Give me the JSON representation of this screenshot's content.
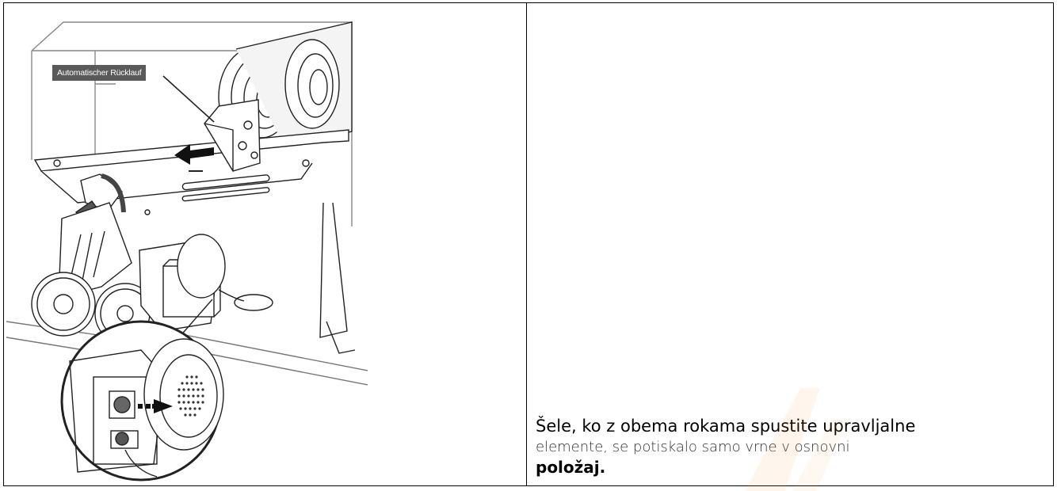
{
  "illustration": {
    "callout_label": "Automatischer Rücklauf",
    "icon": "log-splitter-illustration"
  },
  "instruction": {
    "line1": "Šele, ko z obema rokama spustite upravljalne",
    "line2": "elemente, se  potiskalo samo vrne v osnovni",
    "line3": "položaj."
  },
  "colors": {
    "border": "#000000",
    "label_bg": "#5a5a5a",
    "watermark": "#f2a44a"
  }
}
